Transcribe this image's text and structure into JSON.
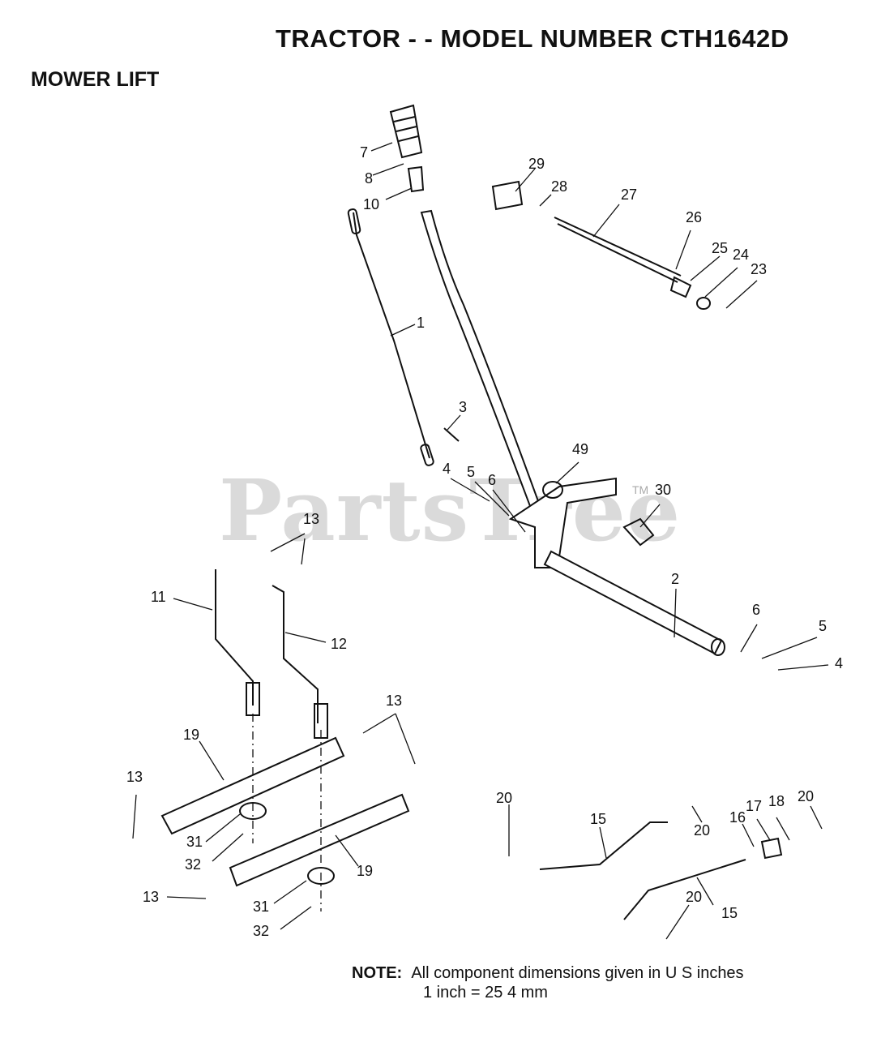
{
  "header": {
    "title": "TRACTOR - - MODEL NUMBER CTH1642D",
    "subtitle": "MOWER LIFT"
  },
  "watermark": {
    "text": "PartsTree",
    "tm": "TM"
  },
  "callouts": [
    "7",
    "8",
    "10",
    "29",
    "28",
    "27",
    "26",
    "25",
    "24",
    "23",
    "1",
    "3",
    "49",
    "4",
    "5",
    "6",
    "30",
    "13",
    "11",
    "12",
    "2",
    "6",
    "5",
    "4",
    "13",
    "19",
    "13",
    "31",
    "32",
    "19",
    "13",
    "31",
    "32",
    "20",
    "15",
    "20",
    "16",
    "17",
    "18",
    "20",
    "20",
    "15"
  ],
  "note": {
    "label": "NOTE:",
    "line1": "All component dimensions given in U S  inches",
    "line2": "1 inch = 25 4 mm"
  }
}
